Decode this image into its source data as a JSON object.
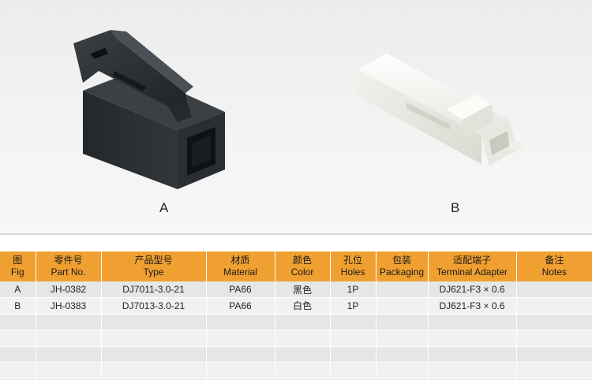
{
  "products": [
    {
      "label": "A"
    },
    {
      "label": "B"
    }
  ],
  "table": {
    "headers": [
      {
        "zh": "图",
        "en": "Fig"
      },
      {
        "zh": "零件号",
        "en": "Part No."
      },
      {
        "zh": "产品型号",
        "en": "Type"
      },
      {
        "zh": "材质",
        "en": "Material"
      },
      {
        "zh": "颜色",
        "en": "Color"
      },
      {
        "zh": "孔位",
        "en": "Holes"
      },
      {
        "zh": "包装",
        "en": "Packaging"
      },
      {
        "zh": "适配端子",
        "en": "Terminal Adapter"
      },
      {
        "zh": "备注",
        "en": "Notes"
      }
    ],
    "rows": [
      [
        "A",
        "JH-0382",
        "DJ7011-3.0-21",
        "PA66",
        "黑色",
        "1P",
        "",
        "DJ621-F3 × 0.6",
        ""
      ],
      [
        "B",
        "JH-0383",
        "DJ7013-3.0-21",
        "PA66",
        "白色",
        "1P",
        "",
        "DJ621-F3 × 0.6",
        ""
      ],
      [
        "",
        "",
        "",
        "",
        "",
        "",
        "",
        "",
        ""
      ],
      [
        "",
        "",
        "",
        "",
        "",
        "",
        "",
        "",
        ""
      ],
      [
        "",
        "",
        "",
        "",
        "",
        "",
        "",
        "",
        ""
      ],
      [
        "",
        "",
        "",
        "",
        "",
        "",
        "",
        "",
        ""
      ],
      [
        "",
        "",
        "",
        "",
        "",
        "",
        "",
        "",
        ""
      ]
    ]
  },
  "colors": {
    "header": "#f0a030",
    "row_dark": "#e6e6e6",
    "row_light": "#f1f1f1",
    "part_a": "#2b2f33",
    "part_b": "#f4f4ef"
  }
}
